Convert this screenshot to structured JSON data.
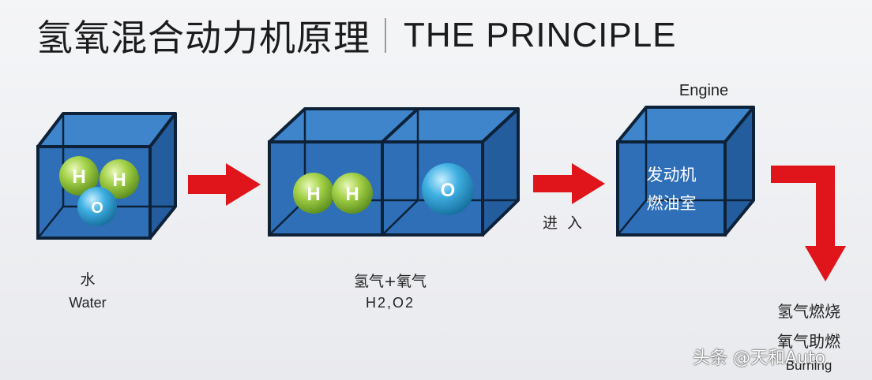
{
  "title": {
    "zh": "氢氧混合动力机原理",
    "en": "THE PRINCIPLE"
  },
  "water": {
    "label_zh": "水",
    "label_en": "Water",
    "atoms": [
      "H",
      "H",
      "O"
    ]
  },
  "split": {
    "label_zh": "氢气+氧气",
    "label_en": "H2,O2",
    "left_atoms": [
      "H",
      "H"
    ],
    "right_atom": "O"
  },
  "arrow_label": "进  入",
  "engine": {
    "title": "Engine",
    "line1": "发动机",
    "line2": "燃油室"
  },
  "result": {
    "line1": "氢气燃烧",
    "line2": "氧气助燃",
    "line3": "Burning"
  },
  "watermark": "头条 @天和Auto",
  "colors": {
    "cube_front": "#2f6fb7",
    "cube_top": "#3f85cb",
    "cube_side": "#245d9e",
    "edge": "#0d2238",
    "arrow": "#e0151b",
    "hydrogen": "#8cc63f",
    "oxygen": "#2fa3d8"
  }
}
